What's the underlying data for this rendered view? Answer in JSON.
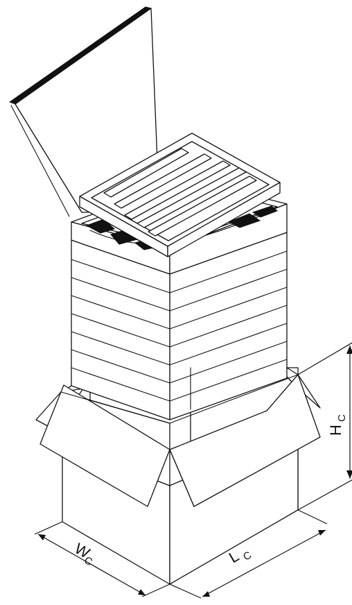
{
  "diagram": {
    "dimensions": {
      "width": {
        "letter": "W",
        "subscript": "C"
      },
      "length": {
        "letter": "L",
        "subscript": "C"
      },
      "height": {
        "letter": "H",
        "subscript": "C"
      }
    }
  }
}
